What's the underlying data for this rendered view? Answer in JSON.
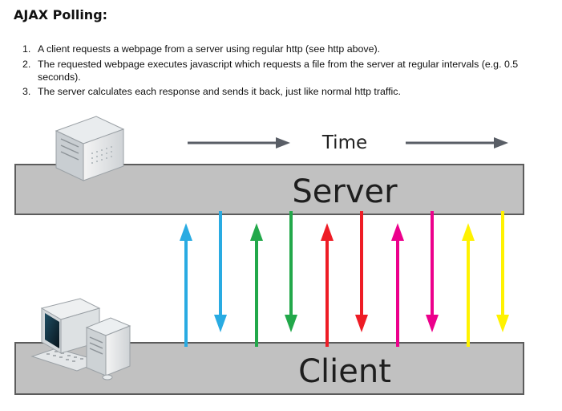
{
  "heading": "AJAX Polling:",
  "steps": [
    {
      "number": "1.",
      "text": "A client requests a webpage from a server using regular http (see http above)."
    },
    {
      "number": "2.",
      "text": "The requested webpage executes javascript which requests a file from the server at regular intervals (e.g. 0.5 seconds)."
    },
    {
      "number": "3.",
      "text": "The server calculates each response and sends it back, just like normal http traffic."
    }
  ],
  "diagram": {
    "time_label": "Time",
    "server_label": "Server",
    "client_label": "Client",
    "colors": {
      "band_fill": "#c1c1c1",
      "band_border": "#5c5c5c",
      "time_arrow": "#595e66",
      "arrow_pairs": [
        "#29abe2",
        "#22a84a",
        "#ee1c25",
        "#ec008c",
        "#fff200"
      ]
    },
    "icons": {
      "server": "server-tower-icon",
      "client": "desktop-computer-icon"
    },
    "arrow_pairs": [
      {
        "request_direction": "up",
        "response_direction": "down",
        "color": "#29abe2"
      },
      {
        "request_direction": "up",
        "response_direction": "down",
        "color": "#22a84a"
      },
      {
        "request_direction": "up",
        "response_direction": "down",
        "color": "#ee1c25"
      },
      {
        "request_direction": "up",
        "response_direction": "down",
        "color": "#ec008c"
      },
      {
        "request_direction": "up",
        "response_direction": "down",
        "color": "#fff200"
      }
    ]
  }
}
